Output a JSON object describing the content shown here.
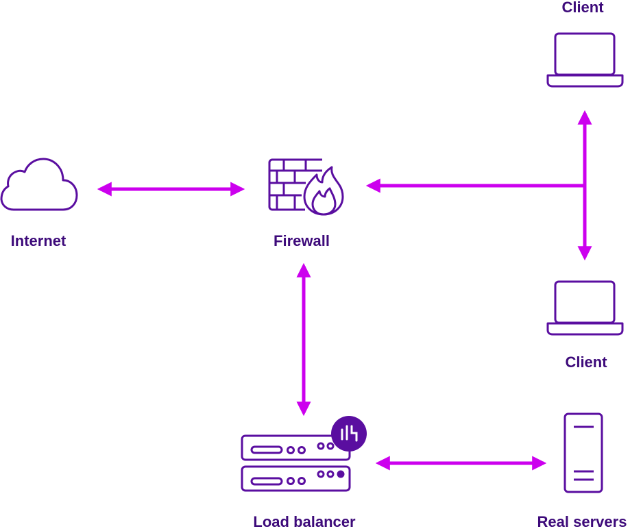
{
  "nodes": {
    "internet": "Internet",
    "firewall": "Firewall",
    "client_top": "Client",
    "client_bottom": "Client",
    "load_balancer": "Load balancer",
    "real_servers": "Real servers"
  },
  "colors": {
    "icon_stroke": "#5a0ea0",
    "arrow": "#cc00ee",
    "label": "#3d0a7a",
    "badge": "#5a0ea0"
  }
}
